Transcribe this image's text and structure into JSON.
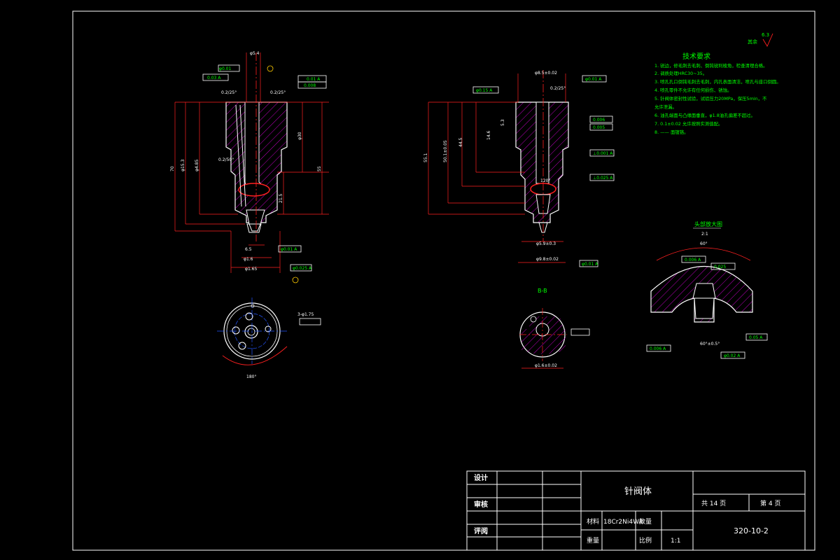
{
  "title_block": {
    "design_label": "设计",
    "review_label": "审核",
    "approve_label": "评阅",
    "part_name": "针阀体",
    "total_pages": "共 14 页",
    "page_no": "第 4 页",
    "material_label": "材料",
    "material_value": "18Cr2Ni4WA",
    "quantity_label": "数量",
    "weight_label": "重量",
    "scale_label": "比例",
    "scale_value": "1:1",
    "drawing_no": "320-10-2"
  },
  "tech_req": {
    "title": "技术要求",
    "items": [
      "1. 锐边，修毛刺去毛刺、倒钝锐利棱角，检查清理合格。",
      "2. 调质处理HRC30~35。",
      "3. 喷孔孔口倒钝毛刺去毛刺，内孔表面清洁，喷孔与座口倒圆。",
      "4. 喷孔零件不允许有任何损伤、锈蚀。",
      "5. 针阀体密封性试验，试验压力20MPa，保压5min，不",
      "   允许泄漏。",
      "6. 油孔端面与凸缘面垂直，φ1.8油孔偏差不超过。",
      "7. 0.1±0.02 允许按照实测值配。",
      "8. —— 面镀铬。"
    ]
  },
  "roughness_rest": "其余",
  "roughness_value": "6.3",
  "section_label": "B-B",
  "detail_title": "头部放大图",
  "detail_scale": "2:1",
  "angle_label": "180°",
  "hole_label": "3-φ1.75",
  "icons": [
    "roughness-symbol-icon",
    "datum-a-icon",
    "datum-b-icon"
  ]
}
